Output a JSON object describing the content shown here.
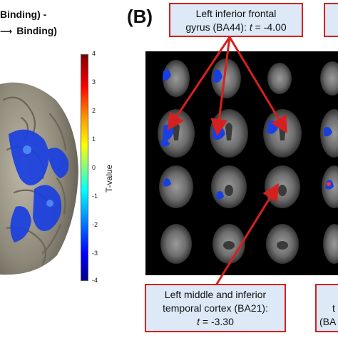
{
  "panel_a": {
    "condition_line1": "Binding) -",
    "condition_line2": "Binding)",
    "colorbar": {
      "title": "T-value",
      "ticks": [
        "4",
        "3",
        "2",
        "1",
        "0",
        "-1",
        "-2",
        "-3",
        "-4"
      ],
      "range": [
        -4,
        4
      ]
    }
  },
  "panel_b": {
    "label": "(B)",
    "callouts": {
      "frontal_line1": "Left inferior frontal",
      "frontal_line2": "gyrus (BA44): ",
      "frontal_t": "t",
      "frontal_value": " = -4.00",
      "temporal_line1": "Left middle and inferior",
      "temporal_line2": "temporal cortex (BA21):",
      "temporal_t": "t",
      "temporal_value": " = -3.30",
      "right_bottom_line1": "t",
      "right_bottom_line2": "(BA"
    }
  },
  "colors": {
    "callout_border": "#d62020",
    "callout_fill": "#dde9f7",
    "activation": "#1a3fe0"
  }
}
